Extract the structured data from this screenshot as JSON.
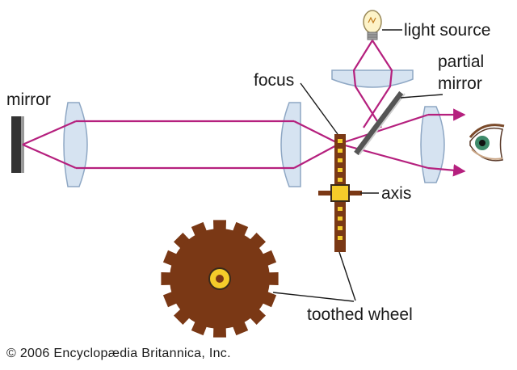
{
  "labels": {
    "mirror": "mirror",
    "focus": "focus",
    "light_source": "light source",
    "partial_mirror_line1": "partial",
    "partial_mirror_line2": "mirror",
    "axis": "axis",
    "toothed_wheel": "toothed wheel"
  },
  "credit": "© 2006 Encyclopædia Britannica, Inc.",
  "colors": {
    "light_ray": "#b5207e",
    "lens_fill": "#d6e3f1",
    "lens_stroke": "#8ea7c4",
    "wheel": "#7a3815",
    "wheel_hub": "#f4cc2a",
    "mirror": "#333333"
  },
  "icons": [
    "light-bulb-icon",
    "eye-icon"
  ]
}
